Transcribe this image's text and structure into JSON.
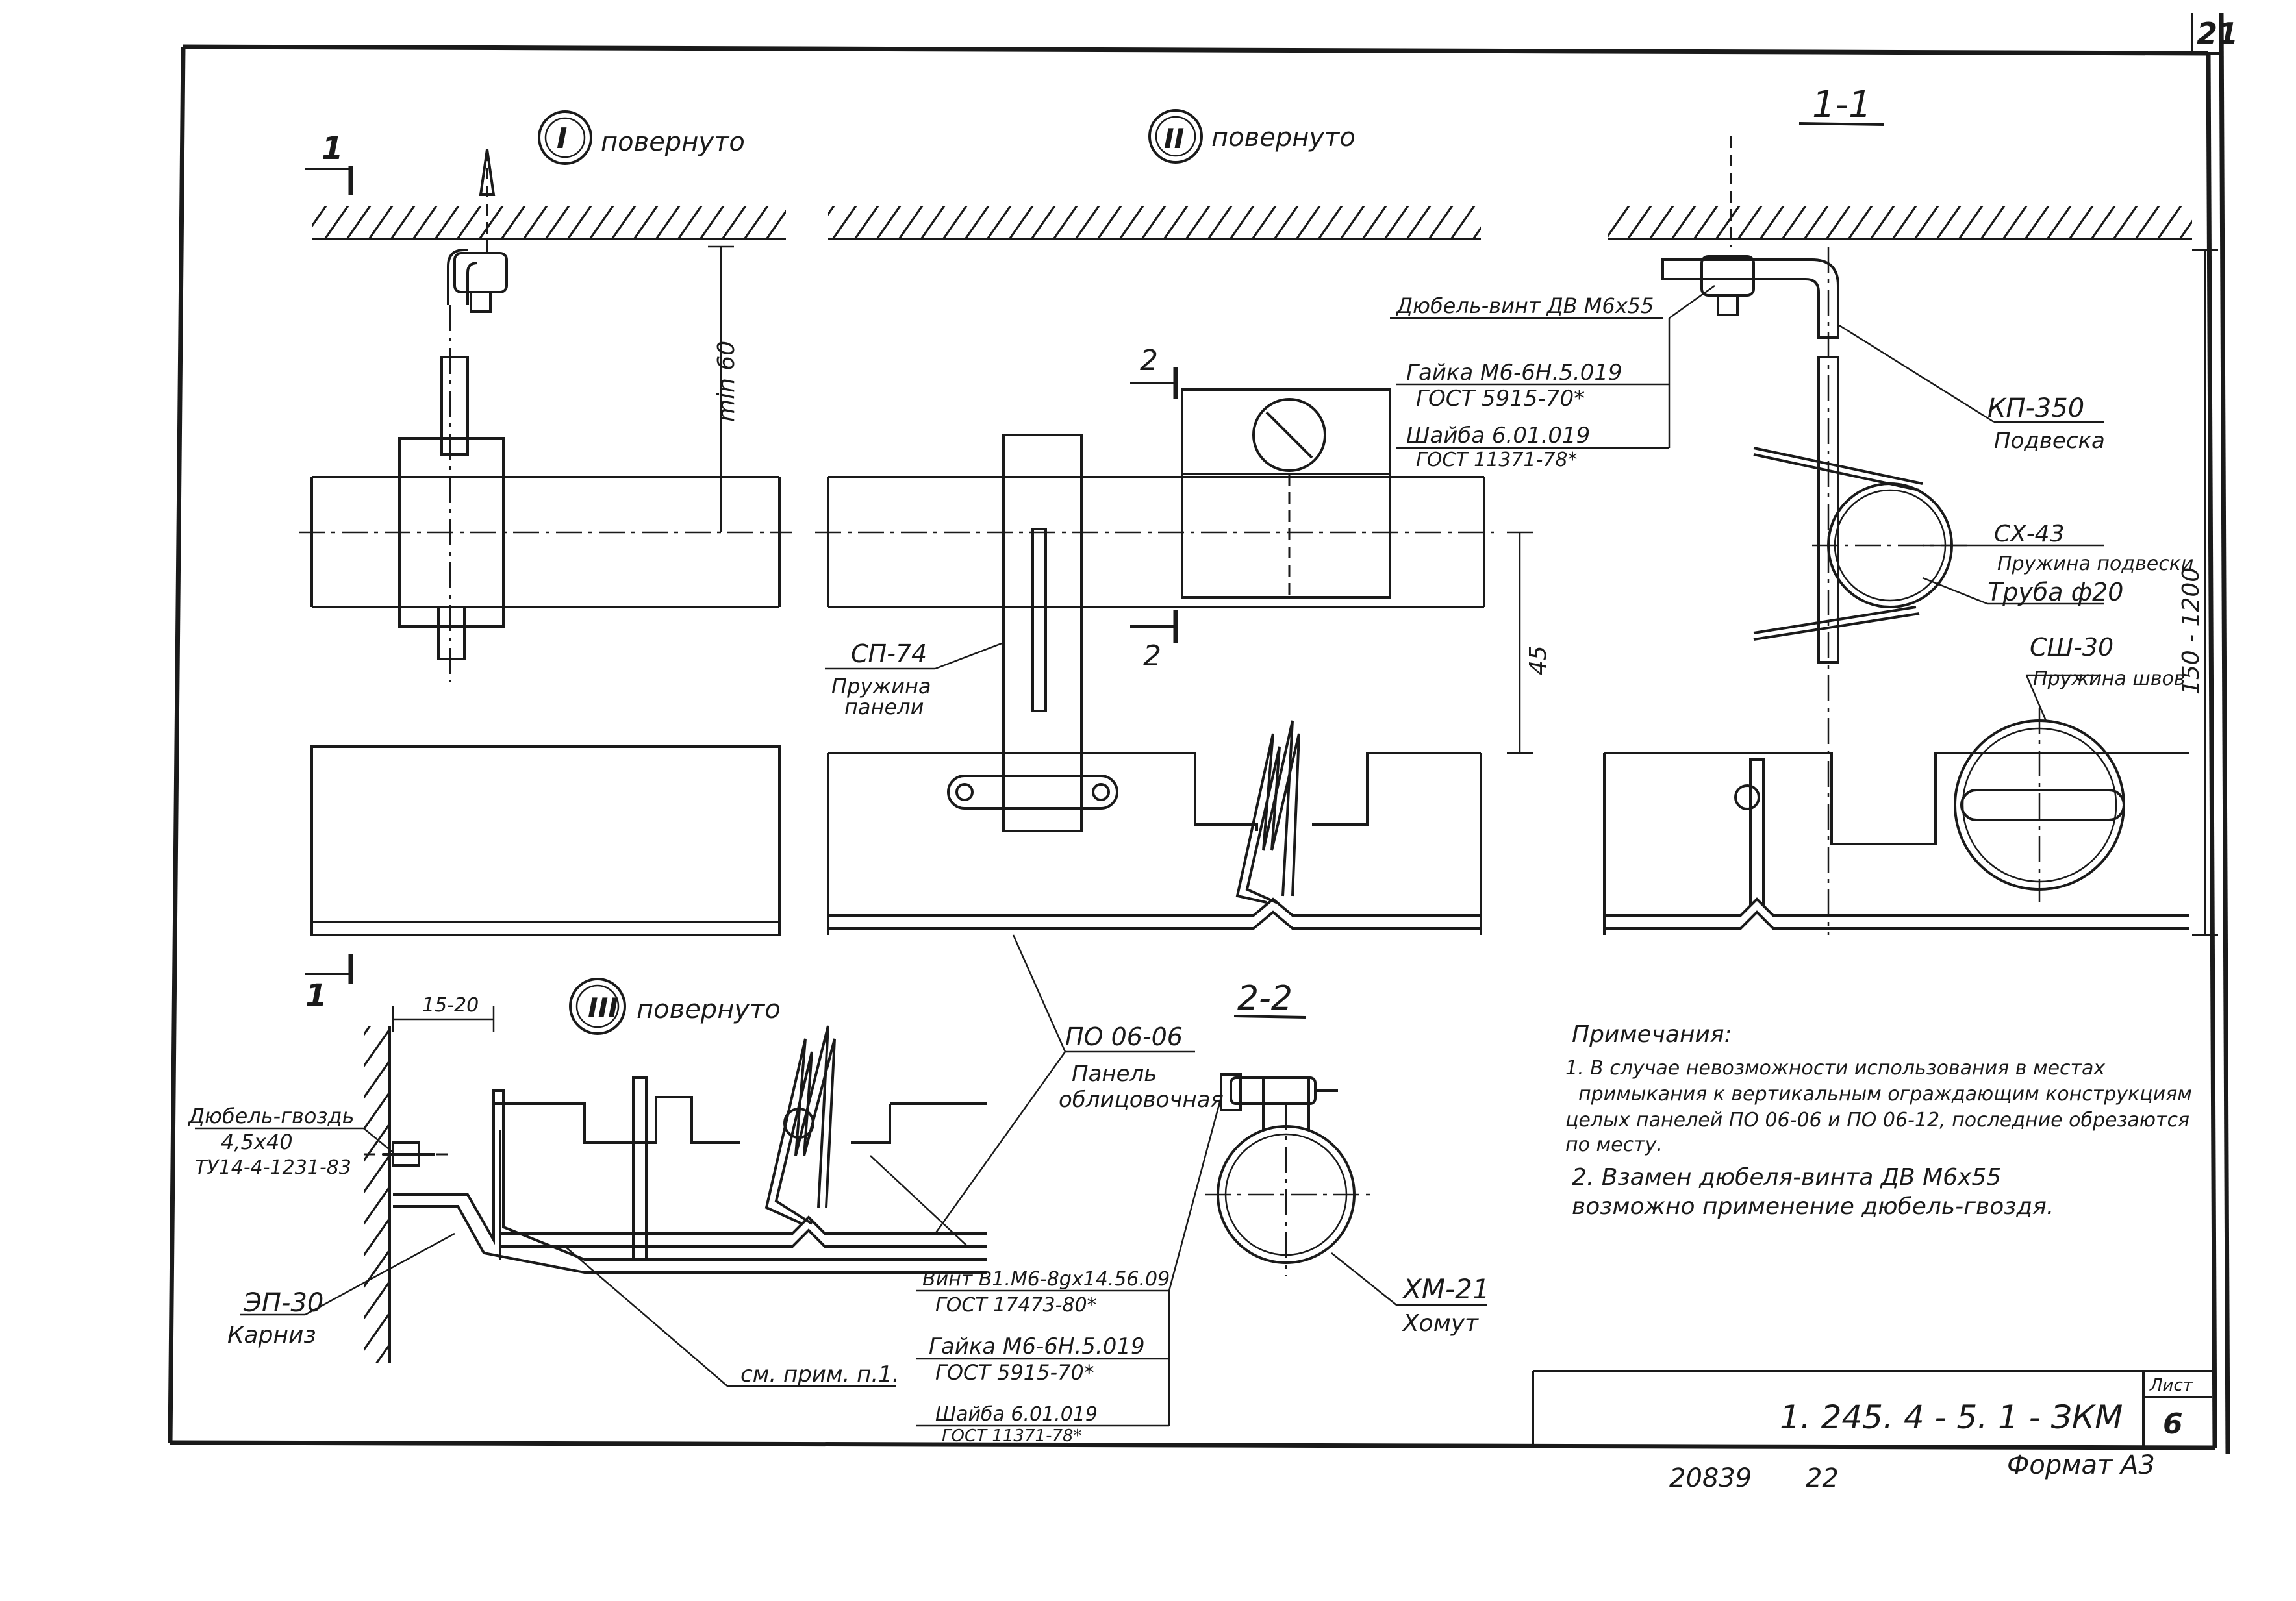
{
  "sheet": {
    "page_number": "21",
    "document_code": "1. 245. 4 - 5. 1 - ЗКМ",
    "sheet_label": "Лист",
    "sheet_number": "6",
    "inventory_no": "20839",
    "inventory_sub": "22",
    "format": "Формат А3"
  },
  "views": {
    "view1": {
      "marker": "I",
      "title": "повернуто"
    },
    "view2": {
      "marker": "II",
      "title": "повернуто"
    },
    "view3": {
      "marker": "III",
      "title": "повернуто"
    },
    "section11": "1-1",
    "section22": "2-2",
    "cut1_top": "1",
    "cut1_bottom": "1",
    "cut2_top": "2",
    "cut2_bottom": "2"
  },
  "dimensions": {
    "min60": "min 60",
    "d45": "45",
    "d150_1200": "150 - 1200",
    "d15_20": "15-20"
  },
  "callouts": {
    "dowel_screw": "Дюбель-винт ДВ М6х55",
    "nut1_a": "Гайка М6-6Н.5.019",
    "nut1_b": "ГОСТ 5915-70*",
    "washer1_a": "Шайба 6.01.019",
    "washer1_b": "ГОСТ 11371-78*",
    "kp350_a": "КП-350",
    "kp350_b": "Подвеска",
    "cx43_a": "СХ-43",
    "cx43_b": "Пружина подвески",
    "pipe": "Труба ф20",
    "sh30_a": "СШ-30",
    "sh30_b": "Пружина швов",
    "sp74_a": "СП-74",
    "sp74_b": "Пружина",
    "sp74_c": "панели",
    "po_a": "ПО 06-06",
    "po_b": "Панель",
    "po_c": "облицовочная",
    "nail_a": "Дюбель-гвоздь",
    "nail_b": "4,5х40",
    "nail_c": "ТУ14-4-1231-83",
    "ep30_a": "ЭП-30",
    "ep30_b": "Карниз",
    "see_note": "см. прим. п.1.",
    "screw2_a": "Винт В1.М6-8gх14.56.09",
    "screw2_b": "ГОСТ 17473-80*",
    "nut2_a": "Гайка М6-6Н.5.019",
    "nut2_b": "ГОСТ 5915-70*",
    "washer2_a": "Шайба 6.01.019",
    "washer2_b": "ГОСТ 11371-78*",
    "hm21_a": "ХМ-21",
    "hm21_b": "Хомут"
  },
  "notes": {
    "heading": "Примечания:",
    "lines": [
      "1. В случае невозможности использования в местах",
      "примыкания к вертикальным ограждающим конструкциям",
      "целых панелей ПО 06-06 и ПО 06-12, последние обрезаются",
      "по месту.",
      "2. Взамен дюбеля-винта ДВ М6х55",
      "возможно применение дюбель-гвоздя."
    ]
  }
}
